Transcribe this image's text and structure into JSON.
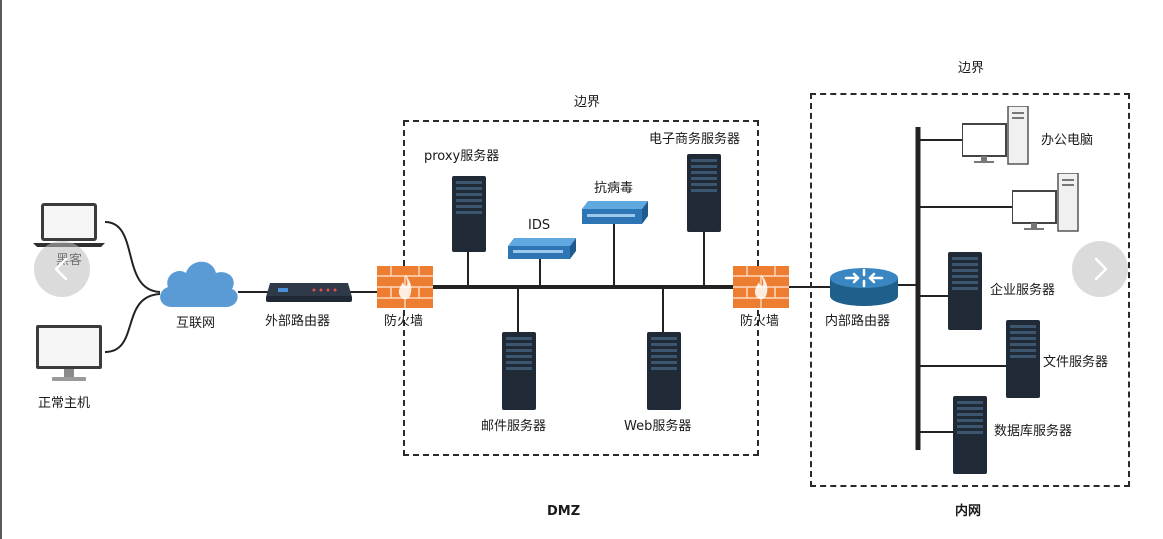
{
  "zones": {
    "dmz": {
      "border_label": "边界",
      "caption": "DMZ"
    },
    "intranet": {
      "border_label": "边界",
      "caption": "内网"
    }
  },
  "nodes": {
    "hacker": "黑客",
    "normal_host": "正常主机",
    "internet": "互联网",
    "external_router": "外部路由器",
    "firewall_outer": "防火墙",
    "proxy_server": "proxy服务器",
    "ids": "IDS",
    "antivirus": "抗病毒",
    "ecommerce_server": "电子商务服务器",
    "mail_server": "邮件服务器",
    "web_server": "Web服务器",
    "firewall_inner": "防火墙",
    "internal_router": "内部路由器",
    "office_pc": "办公电脑",
    "enterprise_server": "企业服务器",
    "file_server": "文件服务器",
    "database_server": "数据库服务器"
  },
  "icons": {
    "carousel_prev": "chevron-left-icon",
    "carousel_next": "chevron-right-icon"
  },
  "colors": {
    "server": "#1f2a36",
    "server_light": "#3d5670",
    "cloud": "#5b9bd5",
    "network_device": "#2e75b6",
    "firewall": "#ed7d31",
    "router": "#1f5f8b",
    "line": "#222222"
  }
}
